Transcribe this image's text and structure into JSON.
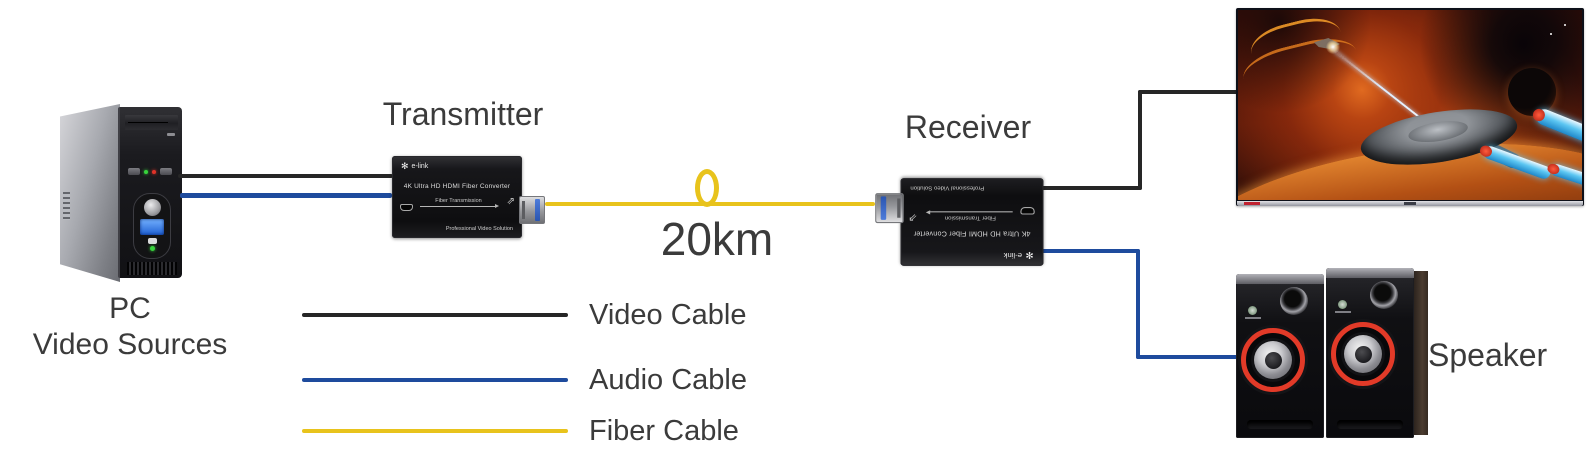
{
  "source": {
    "line1": "PC",
    "line2": "Video Sources"
  },
  "transmitter": {
    "title": "Transmitter"
  },
  "receiver": {
    "title": "Receiver"
  },
  "fiber": {
    "distance": "20km"
  },
  "speaker": {
    "label": "Speaker"
  },
  "device": {
    "brand": "e-link",
    "model": "4K Ultra HD HDMI Fiber Converter",
    "link_label": "Fiber Transmission",
    "footer": "Professional Video Solution"
  },
  "legend": [
    {
      "label": "Video Cable",
      "cable": "video",
      "color": "#262626"
    },
    {
      "label": "Audio Cable",
      "cable": "audio",
      "color": "#1E4B9D"
    },
    {
      "label": "Fiber Cable",
      "cable": "fiber",
      "color": "#E8C31C"
    }
  ],
  "colors": {
    "video": "#262626",
    "audio": "#1E4B9D",
    "fiber": "#E8C31C"
  }
}
